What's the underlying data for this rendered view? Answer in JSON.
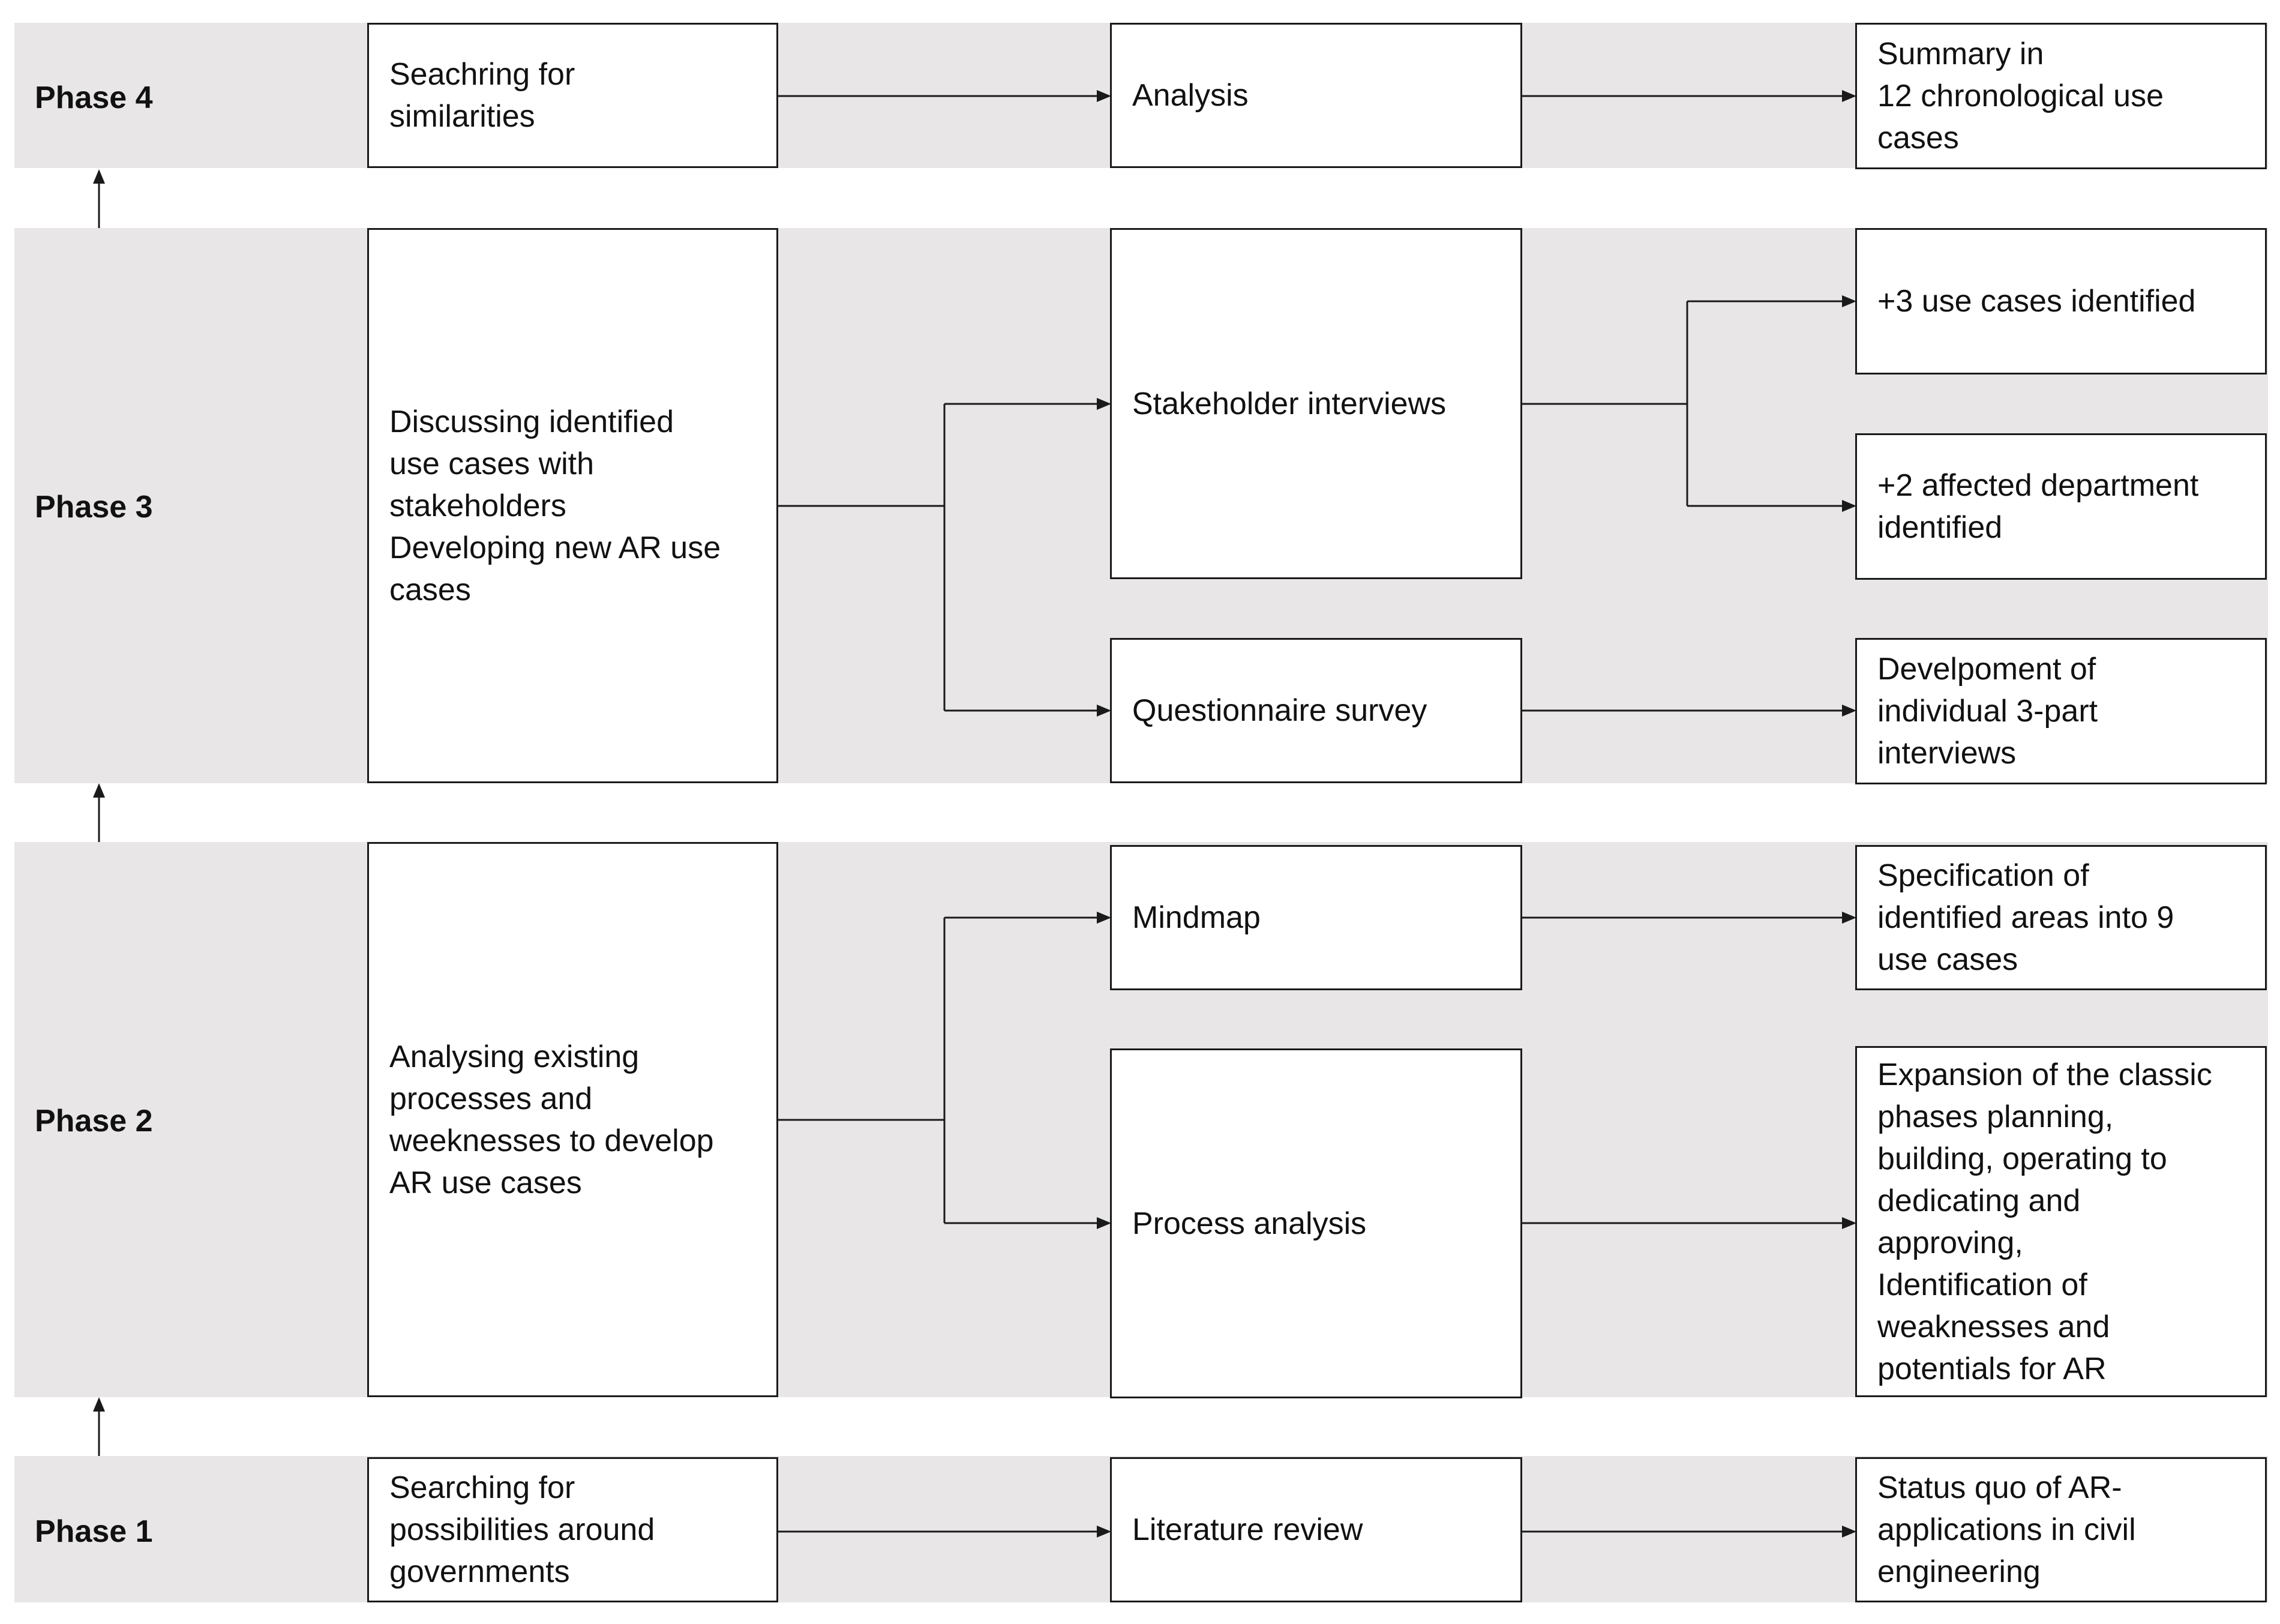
{
  "phases": [
    {
      "label": "Phase 4"
    },
    {
      "label": "Phase 3"
    },
    {
      "label": "Phase 2"
    },
    {
      "label": "Phase 1"
    }
  ],
  "phase4": {
    "activity": "Seachring for\nsimilarities",
    "method": "Analysis",
    "result": "Summary in\n12 chronological use\ncases"
  },
  "phase3": {
    "activity": "Discussing identified\nuse cases with\nstakeholders\nDeveloping new AR use\ncases",
    "methods": [
      "Stakeholder interviews",
      "Questionnaire survey"
    ],
    "results": [
      "+3 use cases identified",
      "+2 affected department\nidentified",
      "Develpoment of\nindividual 3-part\ninterviews"
    ]
  },
  "phase2": {
    "activity": "Analysing existing\nprocesses and\nweeknesses to develop\nAR use cases",
    "methods": [
      "Mindmap",
      "Process analysis"
    ],
    "results": [
      "Specification of\nidentified areas into 9\nuse cases",
      "Expansion of the classic\nphases planning,\nbuilding, operating to\ndedicating and\napproving,\nIdentification of\nweaknesses and\npotentials for AR"
    ]
  },
  "phase1": {
    "activity": "Searching for\npossibilities around\ngovernments",
    "method": "Literature review",
    "result": "Status quo of AR-\napplications in civil\nengineering"
  }
}
